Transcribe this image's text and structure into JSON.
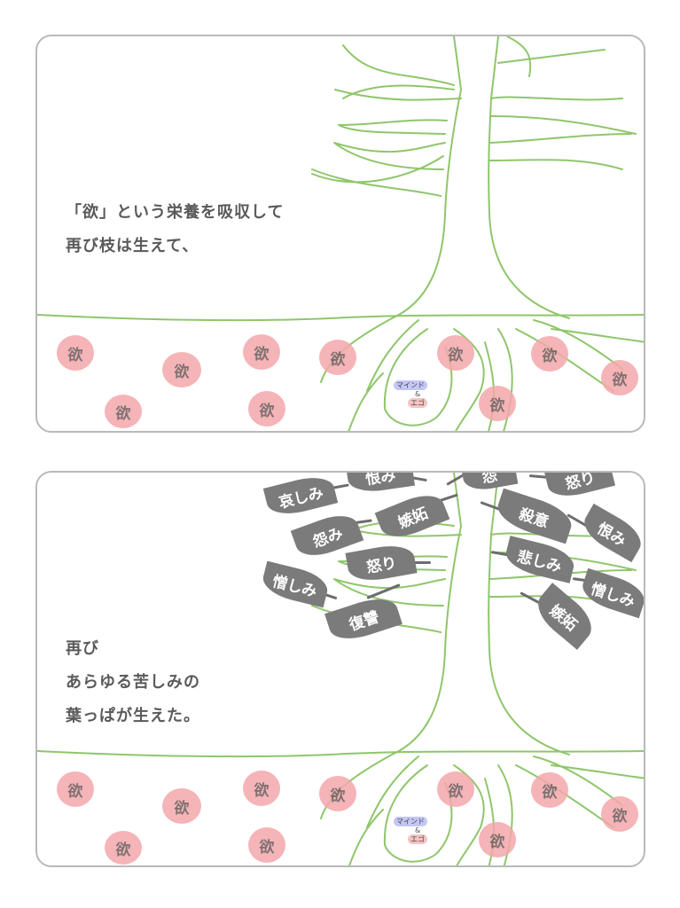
{
  "panels": [
    {
      "caption_lines": [
        "「欲」という栄養を吸収して",
        "再び枝は生えて、"
      ],
      "nutrient_label": "欲",
      "core": {
        "mind": "マインド",
        "amp": "&",
        "ego": "エゴ"
      }
    },
    {
      "caption_lines": [
        "再び",
        "あらゆる苦しみの",
        "葉っぱが生えた。"
      ],
      "nutrient_label": "欲",
      "core": {
        "mind": "マインド",
        "amp": "&",
        "ego": "エゴ"
      },
      "leaves": [
        "哀しみ",
        "恨み",
        "怨",
        "怒り",
        "嫉妬",
        "怨み",
        "殺意",
        "恨み",
        "怒り",
        "悲しみ",
        "憎しみ",
        "憎しみ",
        "復讐",
        "嫉妬"
      ]
    }
  ],
  "colors": {
    "tree_line": "#8fc66b",
    "nutrient": "#f4a7ab",
    "leaf": "#7b7b7b",
    "panel_border": "#b9b9b9"
  }
}
